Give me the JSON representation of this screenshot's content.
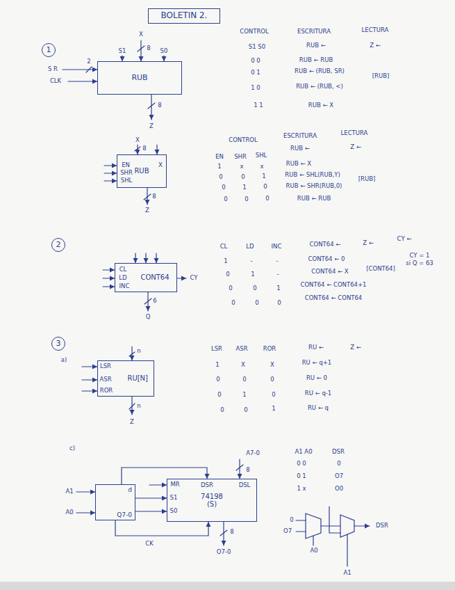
{
  "diagram": {
    "title": "BOLETIN 2.",
    "nodes": [
      {
        "text": [
          "BOLETIN 2."
        ]
      },
      {
        "text": [
          "1"
        ]
      },
      {
        "text": [
          "RUB"
        ]
      },
      {
        "text": [
          "RUB"
        ]
      },
      {
        "text": [
          "2"
        ]
      },
      {
        "text": [
          "CONT64"
        ]
      },
      {
        "text": [
          "3"
        ]
      },
      {
        "text": [
          "RU[N]"
        ]
      },
      {
        "text": [
          "d",
          "Q7-0"
        ]
      },
      {
        "text": [
          "74198",
          "(S)"
        ]
      }
    ],
    "edges": [
      {
        "from": 8,
        "to": 9,
        "arrow": "to"
      }
    ],
    "labels": [
      "X",
      "8",
      "S1",
      "S0",
      "S R",
      "2",
      "CLK",
      "8",
      "Z",
      "CONTROL",
      "ESCRITURA",
      "LECTURA",
      "S1 S0",
      "RUB ←",
      "Z ←",
      "0 0",
      "RUB ← RUB",
      "0 1",
      "RUB ← (RUB, SR)",
      "1 0",
      "RUB ← (RUB, <)",
      "1 1",
      "RUB ← X",
      "[RUB]",
      "X",
      "8",
      "EN",
      "SHR",
      "SHL",
      "X",
      "8",
      "Z",
      "CONTROL",
      "ESCRITURA",
      "LECTURA",
      "EN",
      "SHR",
      "SHL",
      "RUB ←",
      "Z ←",
      "1",
      "x",
      "x",
      "RUB ← X",
      "0",
      "0",
      "1",
      "RUB ← SHL(RUB,Y)",
      "0",
      "1",
      "0",
      "RUB ← SHR(RUB,0)",
      "0",
      "0",
      "0",
      "RUB ← RUB",
      "[RUB]",
      "CL",
      "LD",
      "INC",
      "CY",
      "6",
      "Q",
      "CL",
      "LD",
      "INC",
      "CONT64 ←",
      "Z ←",
      "CY ←",
      "1",
      "-",
      "-",
      "CONT64 ← 0",
      "0",
      "1",
      "-",
      "CONT64 ← X",
      "0",
      "0",
      "1",
      "CONT64 ← CONT64+1",
      "0",
      "0",
      "0",
      "CONT64 ← CONT64",
      "[CONT64]",
      "CY = 1",
      "si Q = 63",
      "a)",
      "LSR",
      "ASR",
      "ROR",
      "n",
      "n",
      "Z",
      "LSR",
      "ASR",
      "ROR",
      "RU ←",
      "Z ←",
      "1",
      "X",
      "X",
      "RU ← q+1",
      "0",
      "0",
      "0",
      "RU ← 0",
      "0",
      "1",
      "0",
      "RU ← q-1",
      "0",
      "0",
      "1",
      "RU ← q",
      "c)",
      "A1",
      "A0",
      "A7-0",
      "8",
      "MR",
      "S1",
      "S0",
      "DSR",
      "DSL",
      "8",
      "O7-0",
      "CK",
      "A1 A0",
      "DSR",
      "0 0",
      "0",
      "0 1",
      "O7",
      "1 x",
      "O0",
      "0",
      "O7",
      "A0",
      "A1",
      "DSR"
    ]
  }
}
